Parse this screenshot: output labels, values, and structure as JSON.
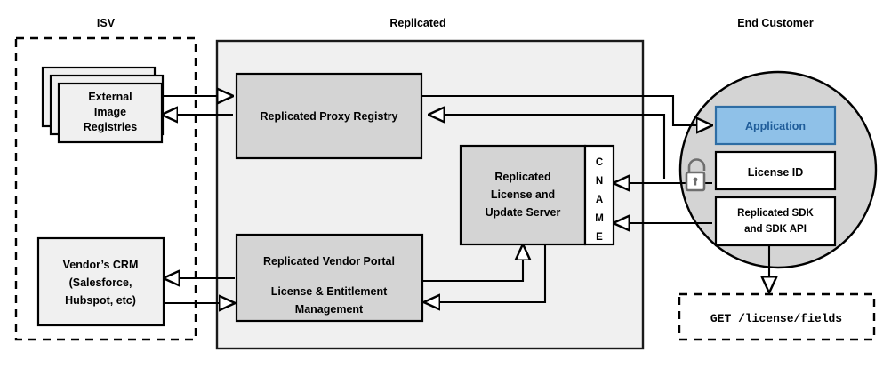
{
  "diagram": {
    "title_isv": "ISV",
    "title_replicated": "Replicated",
    "title_end_customer": "End Customer",
    "nodes": {
      "external_image_registries": "External\nImage\nRegistries",
      "external_image_registries_line1": "External",
      "external_image_registries_line2": "Image",
      "external_image_registries_line3": "Registries",
      "vendor_crm_line1": "Vendor’s CRM",
      "vendor_crm_line2": "(Salesforce,",
      "vendor_crm_line3": "Hubspot, etc)",
      "proxy_registry": "Replicated Proxy Registry",
      "license_update_server_line1": "Replicated",
      "license_update_server_line2": "License and",
      "license_update_server_line3": "Update Server",
      "cname_letters": [
        "C",
        "N",
        "A",
        "M",
        "E"
      ],
      "vendor_portal_line1": "Replicated Vendor Portal",
      "vendor_portal_line2": "License & Entitlement",
      "vendor_portal_line3": "Management",
      "application": "Application",
      "license_id": "License ID",
      "sdk_line1": "Replicated SDK",
      "sdk_line2": "and SDK API",
      "api_request": "GET /license/fields"
    },
    "icons": {
      "unlocked_padlock": "unlock-icon"
    },
    "colors": {
      "zone_fill": "#f0f0f0",
      "node_fill": "#d4d4d4",
      "white_fill": "#ffffff",
      "application_fill": "#8fc1e8",
      "application_stroke": "#2e6da4",
      "application_text": "#1f5c99",
      "stroke": "#000000",
      "lock_stroke": "#6e6e6e"
    }
  }
}
